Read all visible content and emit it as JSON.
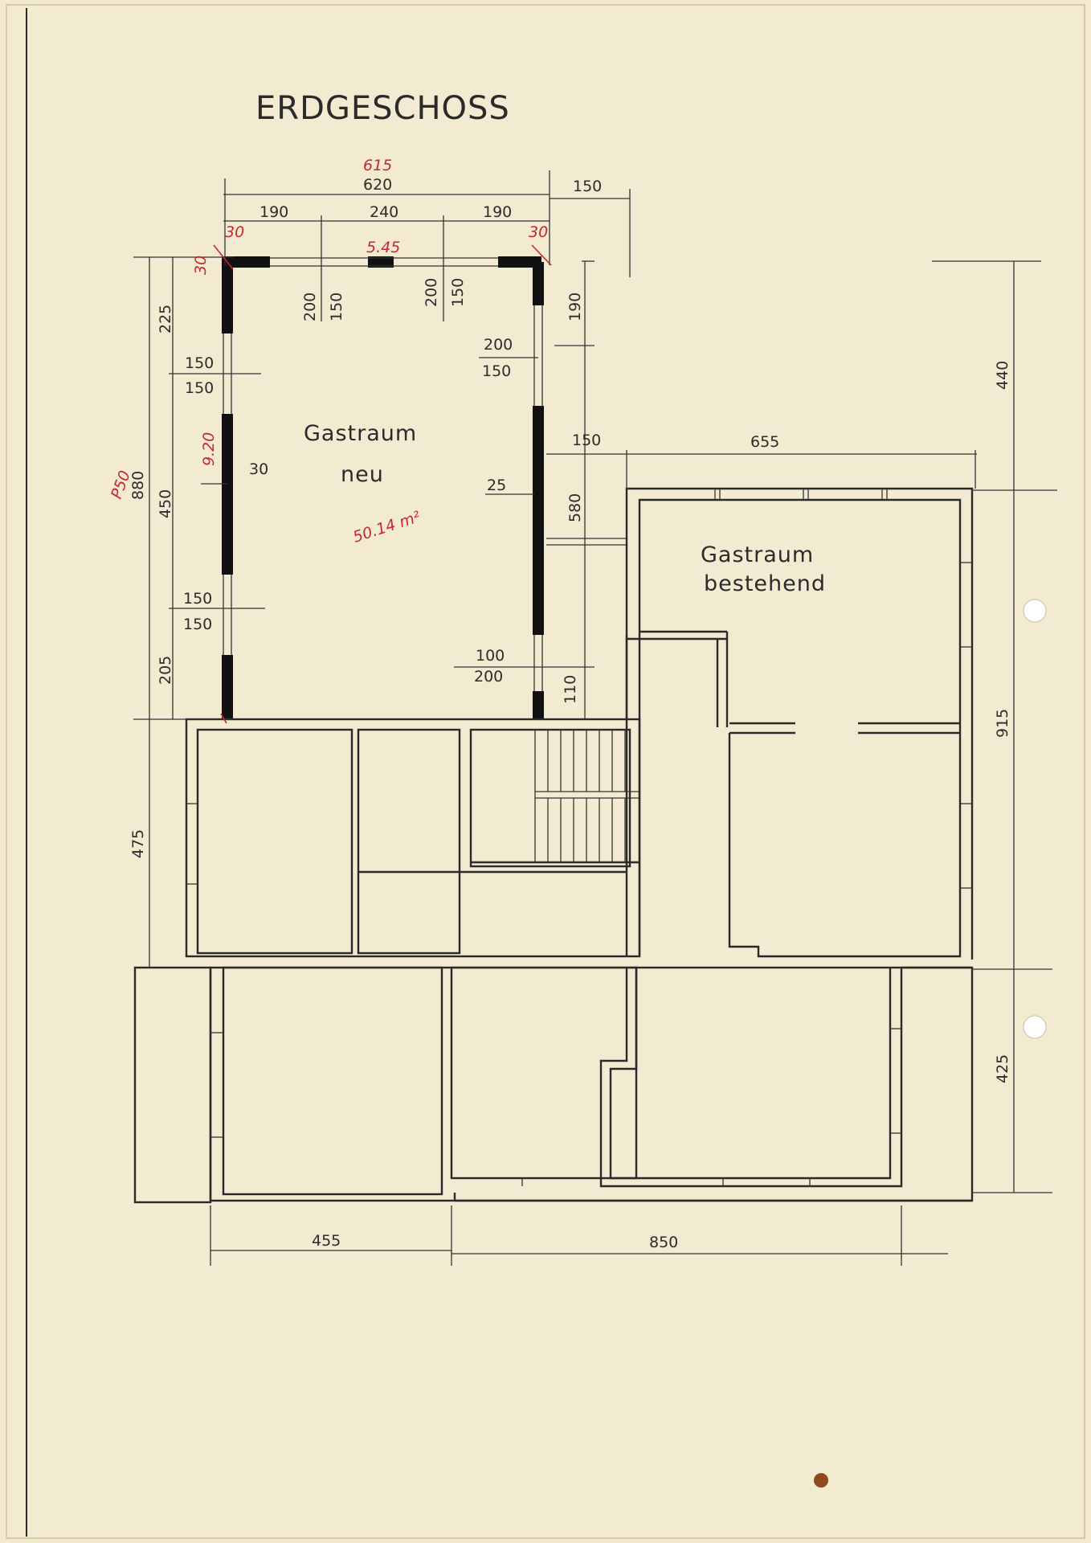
{
  "title": "ERDGESCHOSS",
  "rooms": {
    "new": {
      "line1": "Gastraum",
      "line2": "neu"
    },
    "existing": {
      "line1": "Gastraum",
      "line2": "bestehend"
    }
  },
  "dimensions": {
    "top_total": "620",
    "top_right": "150",
    "top_left": "190",
    "top_mid": "240",
    "top_right_seg": "190",
    "win1_a": "200",
    "win1_b": "150",
    "win2_a": "200",
    "win2_b": "150",
    "left_225": "225",
    "left_150a": "150",
    "left_150b": "150",
    "left_880": "880",
    "left_450": "450",
    "left_30": "30",
    "left_150c": "150",
    "left_150d": "150",
    "left_205": "205",
    "left_475": "475",
    "right_190": "190",
    "right_200a": "200",
    "right_150a": "150",
    "right_150b": "150",
    "right_655": "655",
    "right_25": "25",
    "right_580": "580",
    "right_100": "100",
    "right_200b": "200",
    "right_110": "110",
    "far_440": "440",
    "far_915": "915",
    "far_425": "425",
    "bottom_455": "455",
    "bottom_850": "850"
  },
  "annotations": {
    "top_615": "615",
    "top_30a": "30",
    "top_30b": "30",
    "top_30c": "30",
    "top_545": "5.45",
    "side_p50": "P50",
    "side_920": "9.20",
    "area": "50.14 m²"
  },
  "colors": {
    "paper": "#f3ead2",
    "ink": "#2a2a2a",
    "red_ink": "#c6282e"
  }
}
